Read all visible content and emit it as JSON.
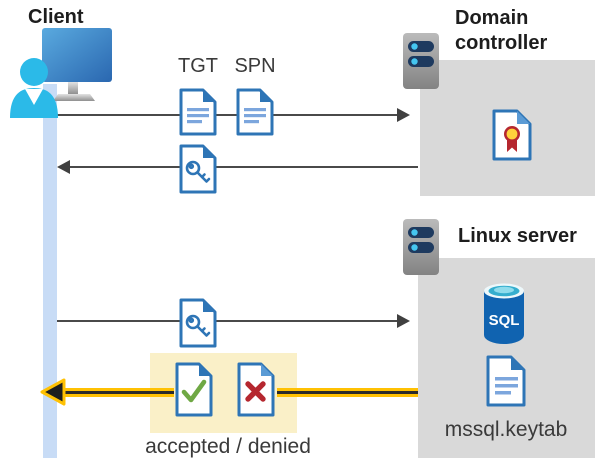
{
  "diagram": {
    "client_label": "Client",
    "tgt_label": "TGT",
    "spn_label": "SPN",
    "domain_controller_label": "Domain controller",
    "linux_server_label": "Linux server",
    "sql_label": "SQL",
    "keytab_label": "mssql.keytab",
    "accepted_denied_label": "accepted / denied"
  },
  "colors": {
    "doc_border_blue": "#2E75B6",
    "doc_line_blue": "#7CA6DD",
    "panel_gray": "#D9D9D9",
    "arrow_gray": "#404040",
    "lifeline_blue": "#C8DCF6",
    "highlight_yellow": "#FAF0C8",
    "accent_yellow": "#FFC103",
    "check_green": "#6FA844",
    "deny_red": "#B5272F",
    "person_cyan": "#2BBAE8",
    "sql_body_blue": "#1063B0",
    "server_pill_navy": "#1E3A5F"
  },
  "icons": {
    "client-workstation-icon": "blue monitor with cyan person",
    "server-icon": "gray tower with two navy drive pills",
    "document-icon": "white page, blue border, folded corner, blue text lines",
    "key-document-icon": "white page with blue outlined key",
    "certificate-document-icon": "white page with yellow seal and red ribbon",
    "sql-database-icon": "blue cylinder labeled SQL with cyan top",
    "accepted-document-icon": "white page with green check",
    "denied-document-icon": "white page with red x",
    "yellow-return-arrow": "black arrow highlighted yellow"
  }
}
